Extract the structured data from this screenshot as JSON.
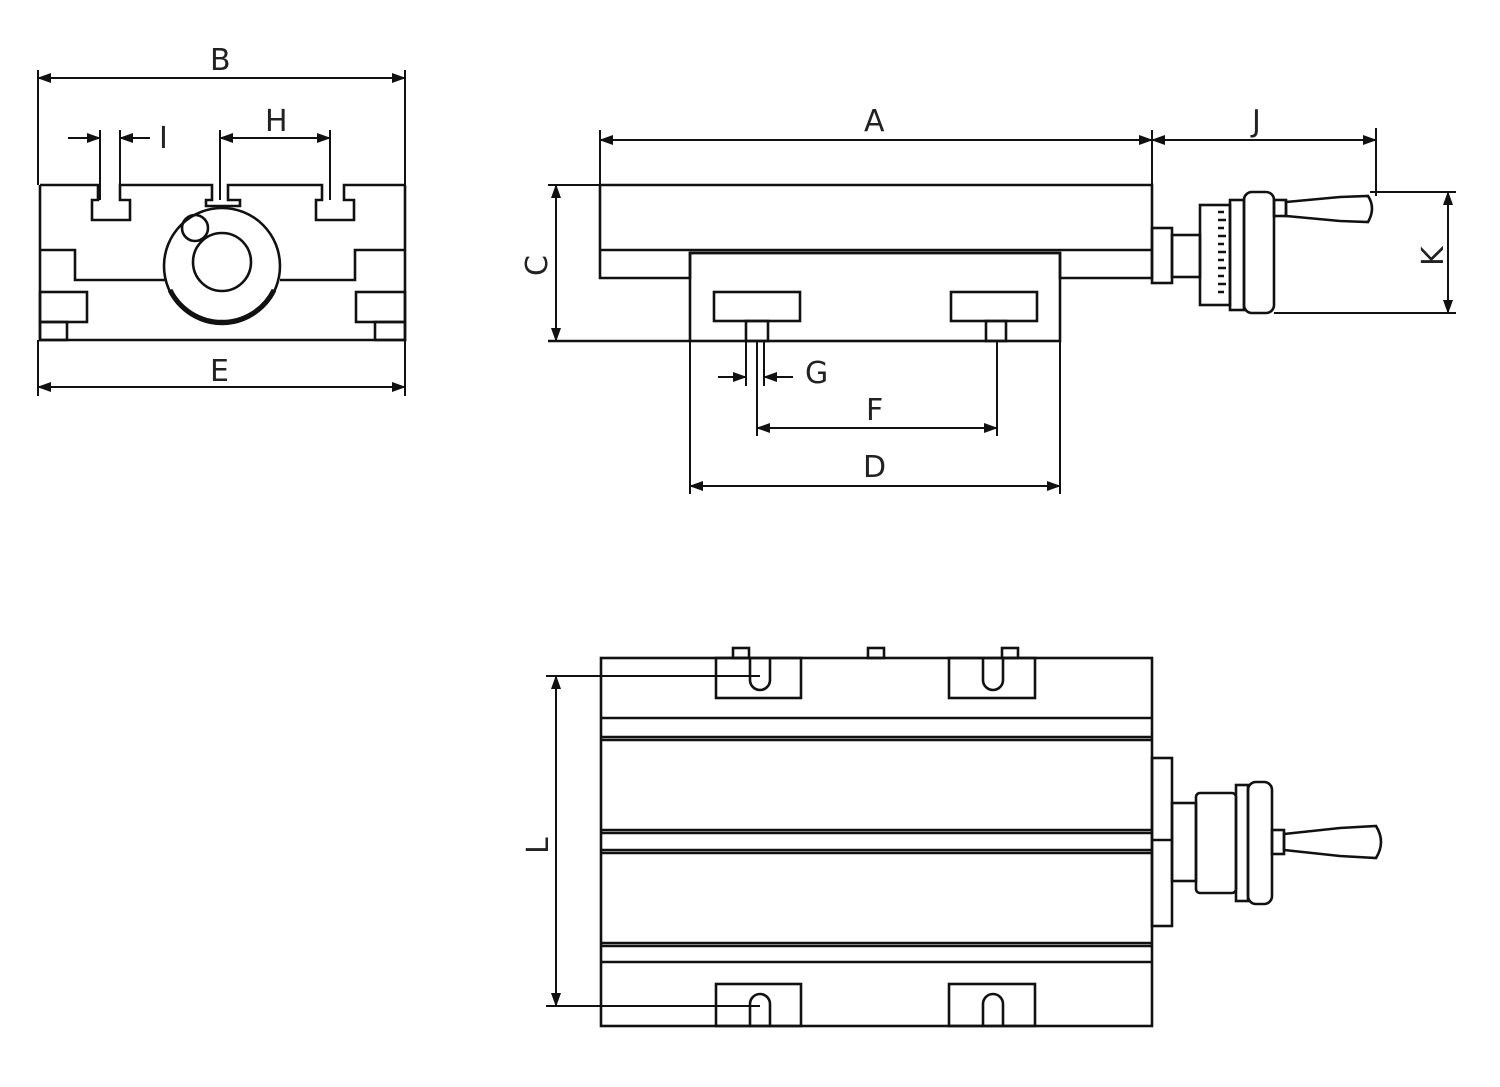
{
  "diagram": {
    "front_view": {
      "labels": {
        "width_top": "B",
        "slot_width": "I",
        "slot_pitch": "H",
        "base_width": "E"
      }
    },
    "side_view": {
      "labels": {
        "table_length": "A",
        "handle_reach": "J",
        "height": "C",
        "handwheel_height": "K",
        "slot_size": "G",
        "slot_spacing": "F",
        "base_length": "D"
      }
    },
    "top_view": {
      "labels": {
        "table_width": "L"
      }
    },
    "colors": {
      "line": "#111111",
      "background": "#ffffff"
    }
  }
}
